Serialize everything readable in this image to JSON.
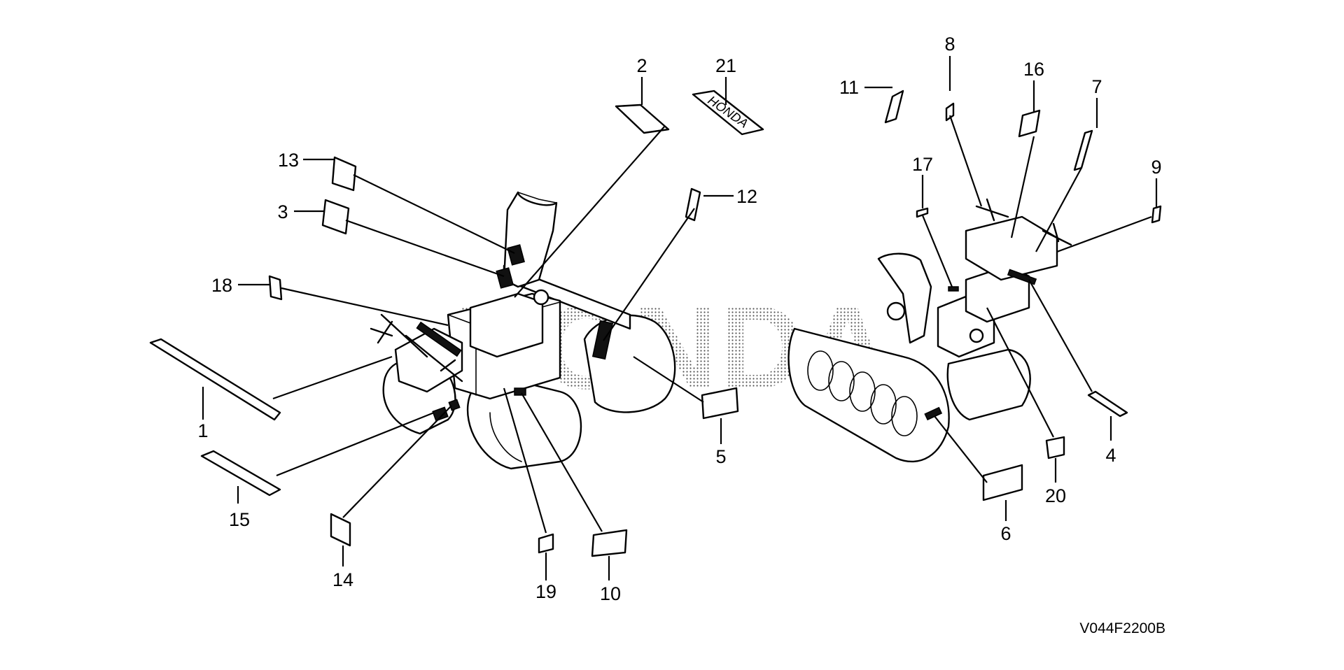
{
  "diagram": {
    "drawing_code": "V044F2200B",
    "brand_watermark": "HONDA",
    "emblem_text": "HONDA",
    "callouts": [
      {
        "key": "c1",
        "label": "1"
      },
      {
        "key": "c2",
        "label": "2"
      },
      {
        "key": "c3",
        "label": "3"
      },
      {
        "key": "c4",
        "label": "4"
      },
      {
        "key": "c5",
        "label": "5"
      },
      {
        "key": "c6",
        "label": "6"
      },
      {
        "key": "c7",
        "label": "7"
      },
      {
        "key": "c8",
        "label": "8"
      },
      {
        "key": "c9",
        "label": "9"
      },
      {
        "key": "c10",
        "label": "10"
      },
      {
        "key": "c11",
        "label": "11"
      },
      {
        "key": "c12",
        "label": "12"
      },
      {
        "key": "c13",
        "label": "13"
      },
      {
        "key": "c14",
        "label": "14"
      },
      {
        "key": "c15",
        "label": "15"
      },
      {
        "key": "c16",
        "label": "16"
      },
      {
        "key": "c17",
        "label": "17"
      },
      {
        "key": "c18",
        "label": "18"
      },
      {
        "key": "c19",
        "label": "19"
      },
      {
        "key": "c20",
        "label": "20"
      },
      {
        "key": "c21",
        "label": "21"
      }
    ]
  }
}
